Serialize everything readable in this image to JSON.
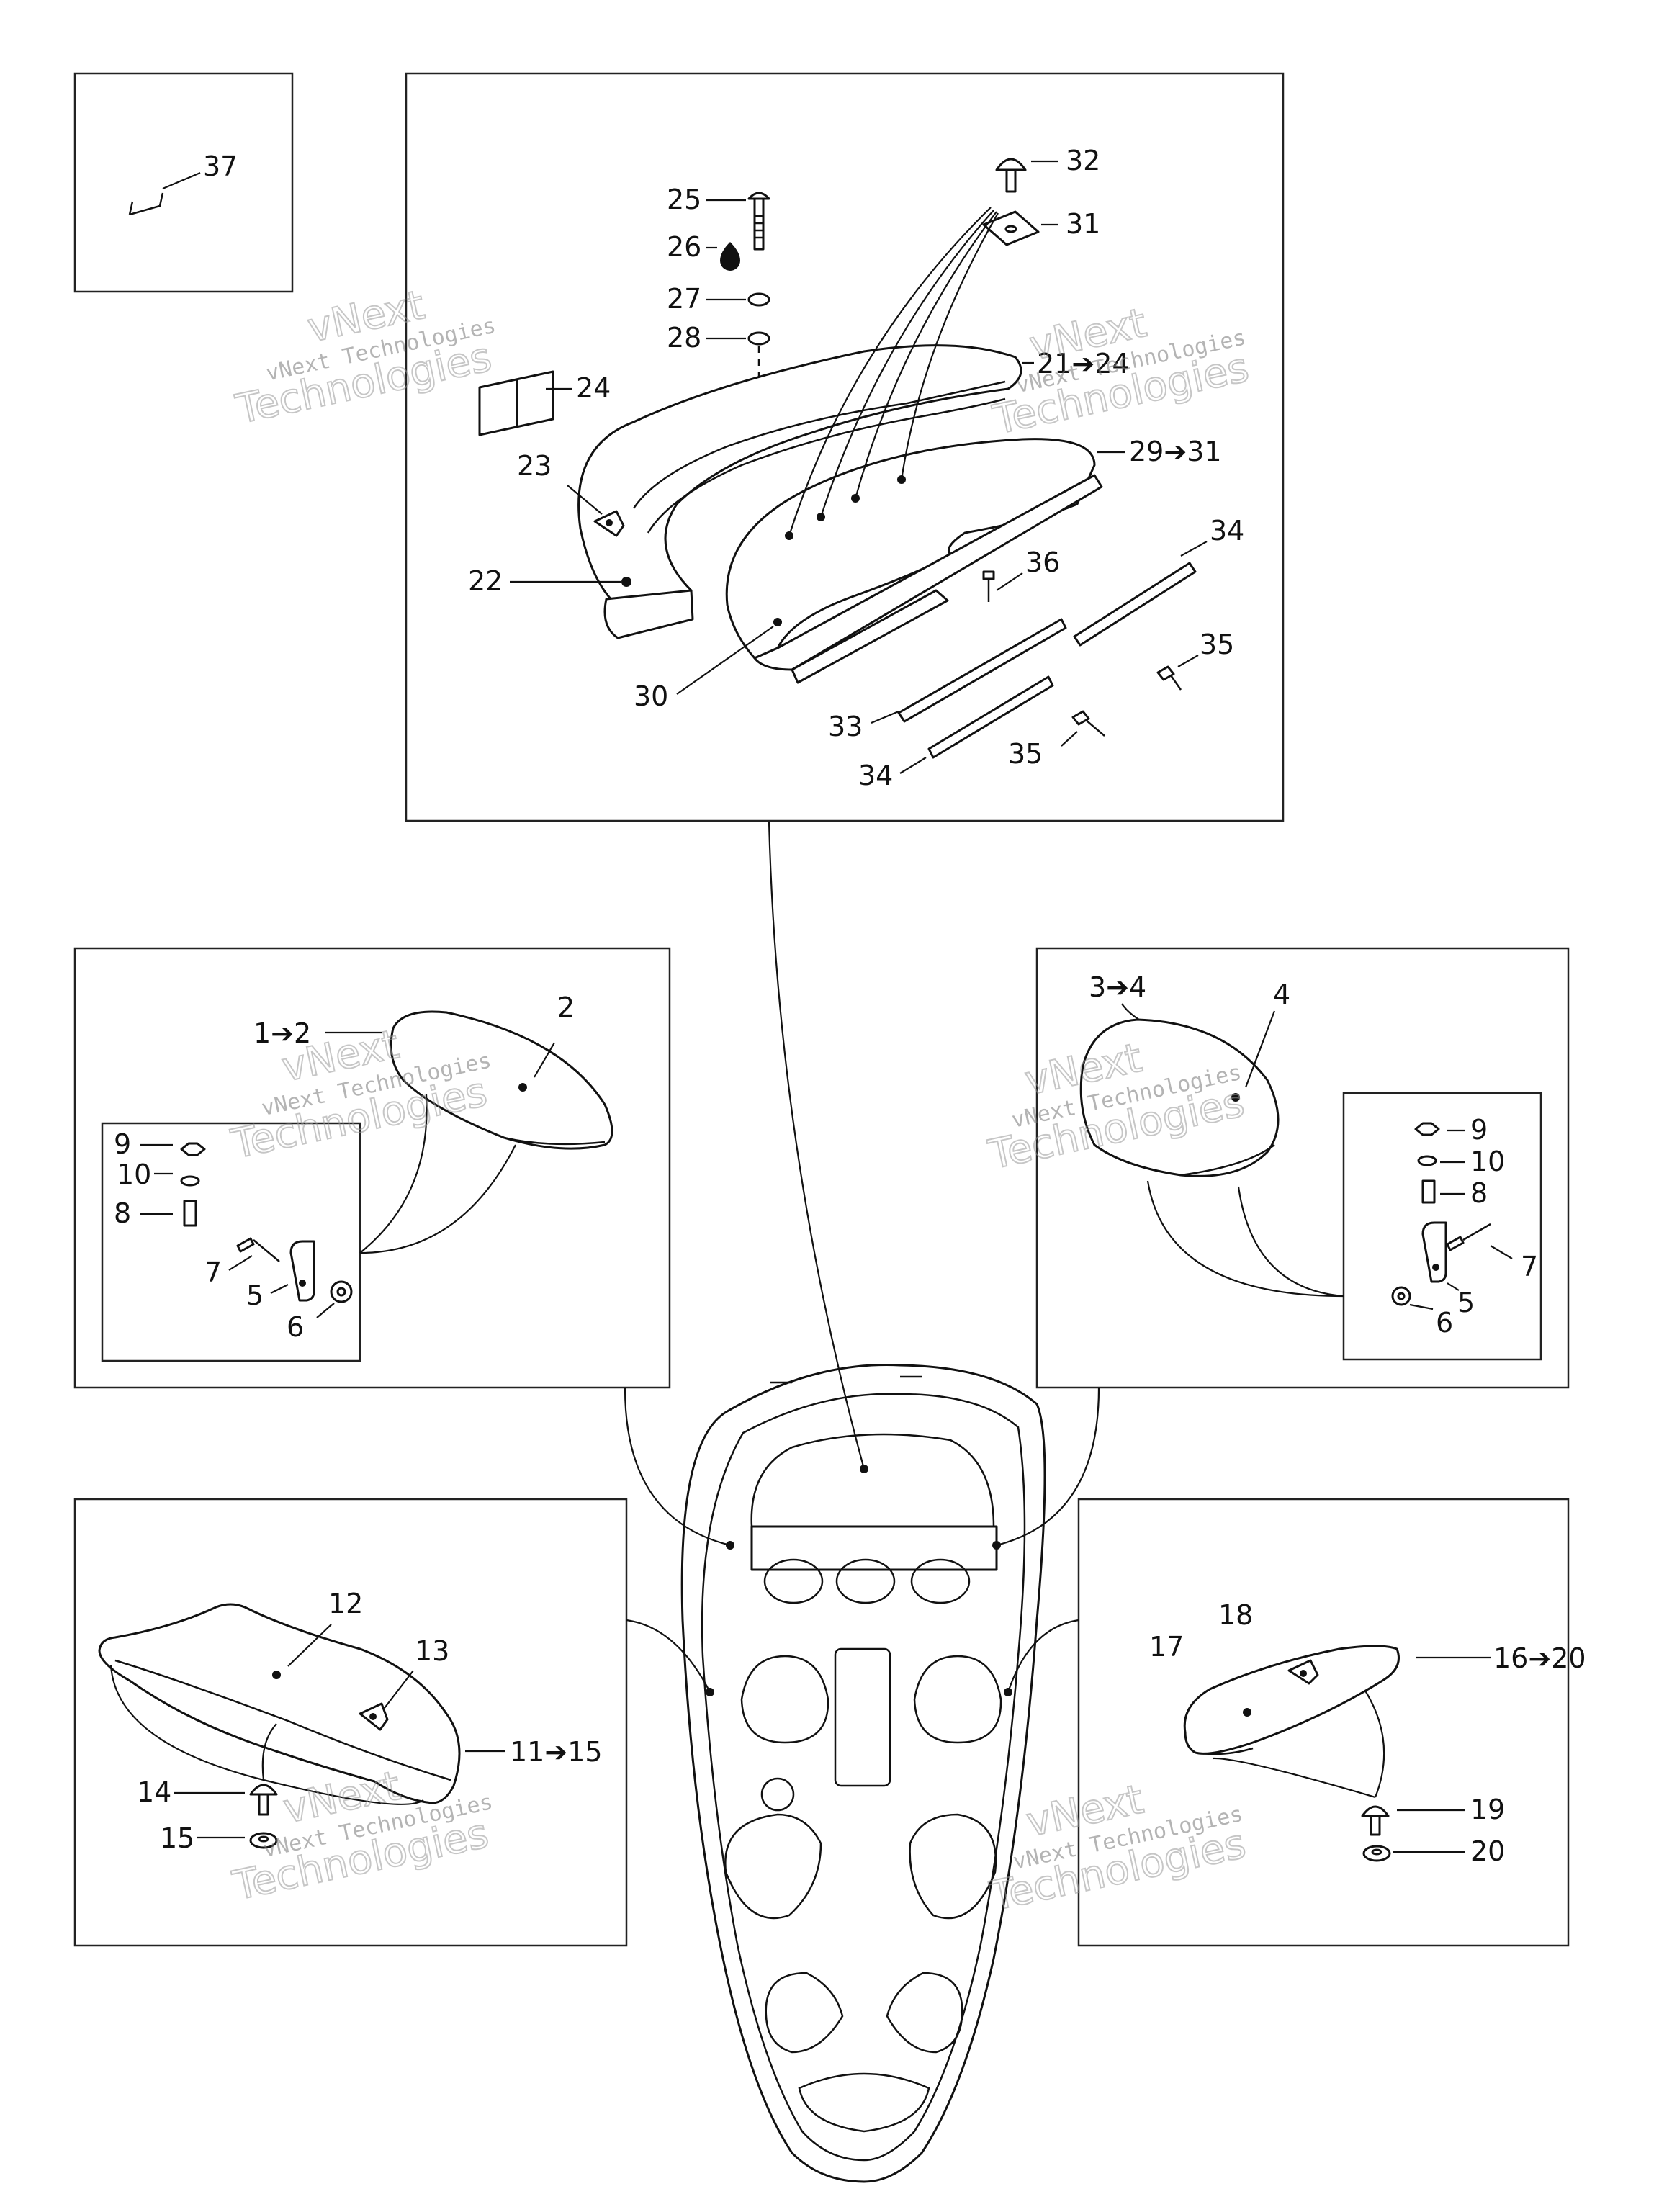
{
  "watermark": {
    "line1": "vNext",
    "line2": "vNext Technologies",
    "line3": "Technologies"
  },
  "labels": {
    "l37": "37",
    "l25": "25",
    "l26": "26",
    "l27": "27",
    "l28": "28",
    "l32": "32",
    "l31": "31",
    "l21": "21➔24",
    "l24": "24",
    "l23": "23",
    "l29": "29➔31",
    "l22": "22",
    "l34a": "34",
    "l36": "36",
    "l30": "30",
    "l35a": "35",
    "l33": "33",
    "l35b": "35",
    "l34b": "34",
    "l1": "1➔2",
    "l2": "2",
    "l9a": "9",
    "l10a": "10",
    "l8a": "8",
    "l7a": "7",
    "l5a": "5",
    "l6a": "6",
    "l3": "3➔4",
    "l4": "4",
    "l9b": "9",
    "l10b": "10",
    "l8b": "8",
    "l7b": "7",
    "l5b": "5",
    "l6b": "6",
    "l12": "12",
    "l13": "13",
    "l11": "11➔15",
    "l14": "14",
    "l15": "15",
    "l18": "18",
    "l17": "17",
    "l16": "16➔20",
    "l19": "19",
    "l20": "20"
  }
}
